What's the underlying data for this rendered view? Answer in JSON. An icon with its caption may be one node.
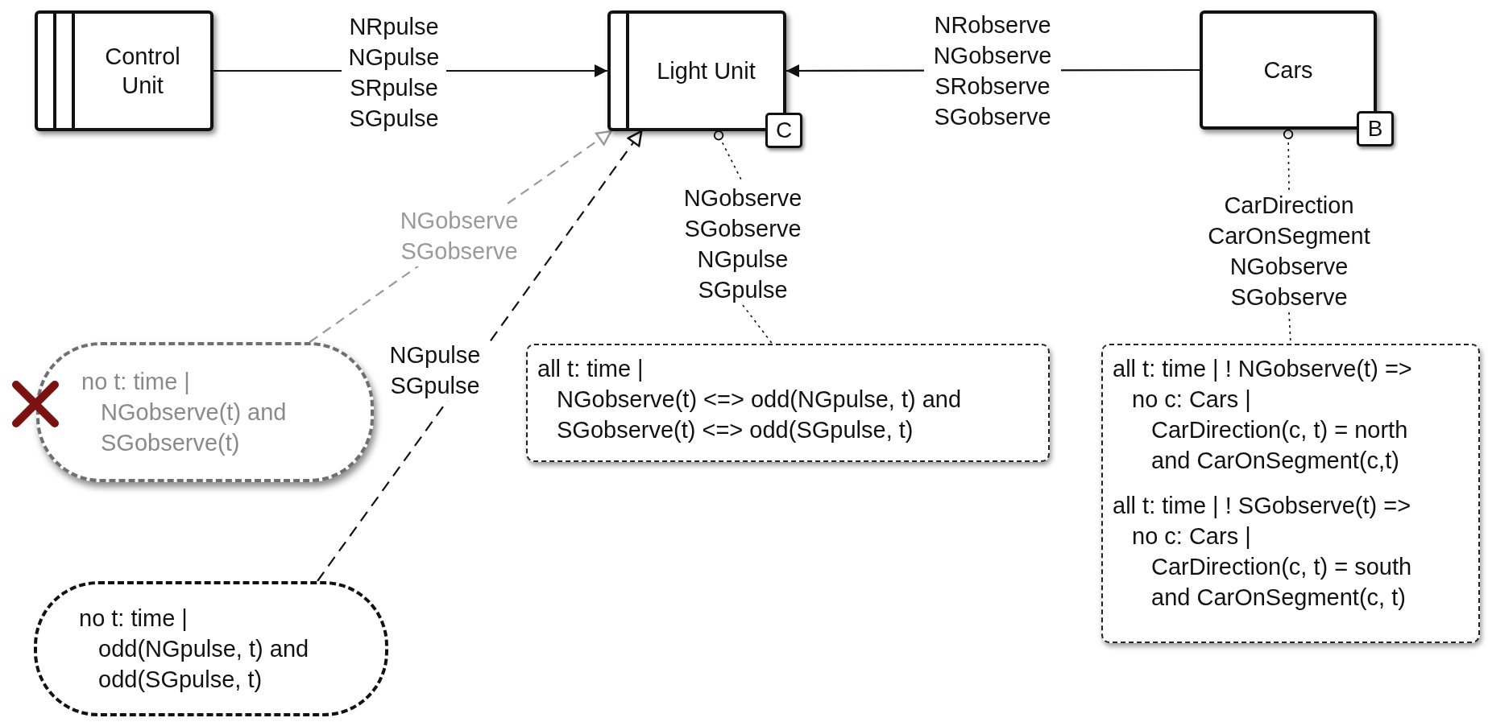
{
  "diagram": {
    "nodes": [
      {
        "text": [
          "Control Unit"
        ]
      },
      {
        "text": [
          "Light Unit"
        ]
      },
      {
        "text": [
          "C"
        ]
      },
      {
        "text": [
          "Cars"
        ]
      },
      {
        "text": [
          "B"
        ]
      },
      {
        "text": [
          "NGobserve SGobserve NGpulse SGpulse"
        ]
      },
      {
        "text": [
          "all t: time |",
          "NGobserve(t) <=> odd(NGpulse, t) and",
          "SGobserve(t) <=> odd(SGpulse, t)"
        ]
      },
      {
        "text": [
          "CarDirection CarOnSegment NGobserve SGobserve"
        ]
      },
      {
        "text": [
          "all t: time | ! NGobserve(t) =>",
          "no c: Cars |",
          "CarDirection(c, t) = north",
          "and CarOnSegment(c,t)",
          "all t: time | ! SGobserve(t) =>",
          "no c: Cars |",
          "CarDirection(c, t) = south",
          "and CarOnSegment(c, t)"
        ]
      },
      {
        "text": [
          "no t: time |",
          "NGobserve(t) and",
          "SGobserve(t)"
        ]
      },
      {
        "text": [
          "no t: time |",
          "odd(NGpulse, t) and",
          "odd(SGpulse, t)"
        ]
      }
    ],
    "edges": [
      {
        "from": 0,
        "to": 1,
        "arrow": "to",
        "label": "NRpulse NGpulse SRpulse SGpulse"
      },
      {
        "from": 3,
        "to": 1,
        "arrow": "to",
        "label": "NRobserve NGobserve SRobserve SGobserve"
      },
      {
        "from": 9,
        "to": 1,
        "arrow": "to",
        "label": "NGobserve SGobserve",
        "style": "dashed",
        "color": "#9a9a9a"
      },
      {
        "from": 10,
        "to": 1,
        "arrow": "to",
        "label": "NGpulse SGpulse",
        "style": "dashed"
      },
      {
        "from": 1,
        "to": 5,
        "arrow": "other",
        "style": "dashed"
      },
      {
        "from": 5,
        "to": 6,
        "arrow": "none",
        "style": "dashed"
      },
      {
        "from": 3,
        "to": 7,
        "arrow": "other",
        "style": "dashed"
      },
      {
        "from": 7,
        "to": 8,
        "arrow": "none",
        "style": "dashed"
      }
    ]
  }
}
